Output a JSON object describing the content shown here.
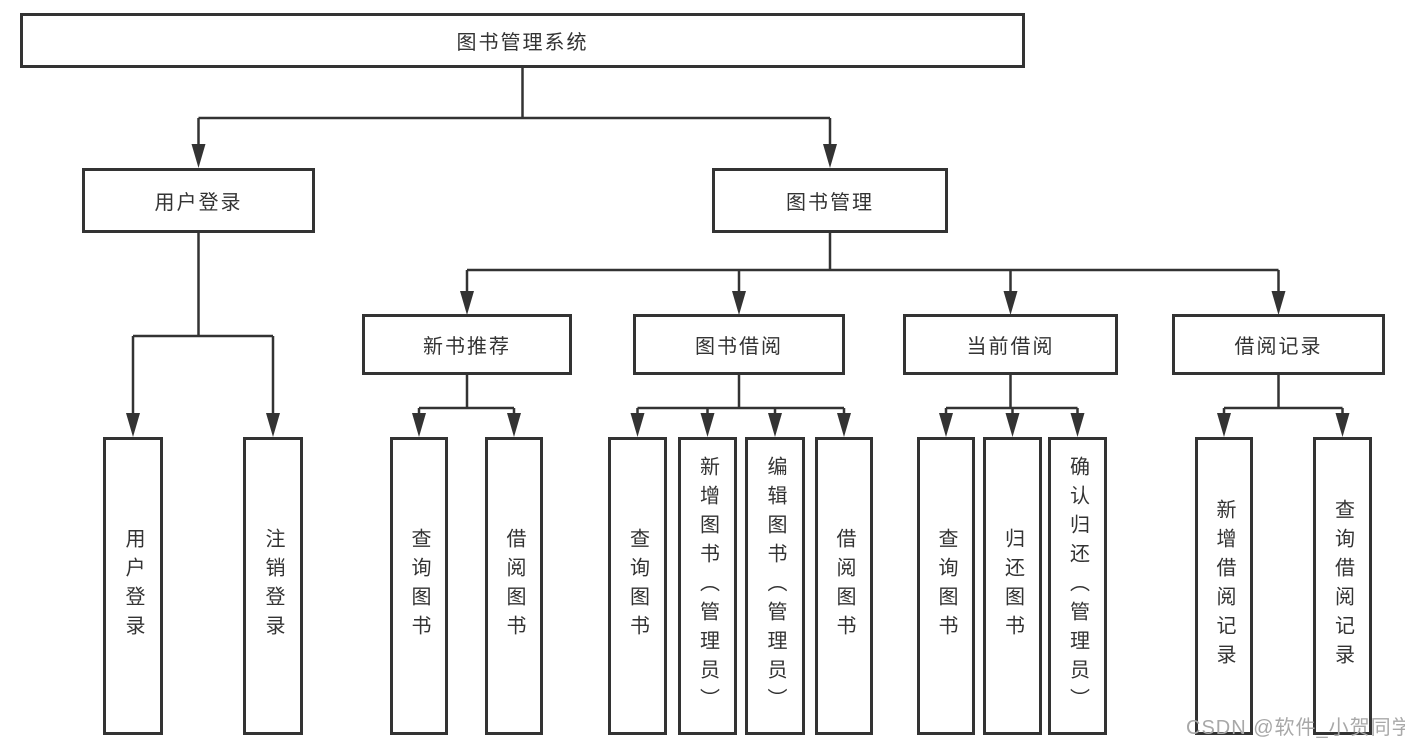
{
  "diagram": {
    "root": "图书管理系统",
    "level1": [
      {
        "label": "用户登录",
        "children": [
          "用户登录",
          "注销登录"
        ]
      },
      {
        "label": "图书管理",
        "children": [
          {
            "label": "新书推荐",
            "children": [
              "查询图书",
              "借阅图书"
            ]
          },
          {
            "label": "图书借阅",
            "children": [
              "查询图书",
              "新增图书（管理员）",
              "编辑图书（管理员）",
              "借阅图书"
            ]
          },
          {
            "label": "当前借阅",
            "children": [
              "查询图书",
              "归还图书",
              "确认归还（管理员）"
            ]
          },
          {
            "label": "借阅记录",
            "children": [
              "新增借阅记录",
              "查询借阅记录"
            ]
          }
        ]
      }
    ]
  },
  "watermark": "CSDN @软件_小贺同学",
  "colors": {
    "line": "#333333",
    "box_border": "#333333",
    "box_background": "#ffffff",
    "text": "#333333",
    "watermark": "#a8a8a8",
    "page_background": "#ffffff"
  }
}
